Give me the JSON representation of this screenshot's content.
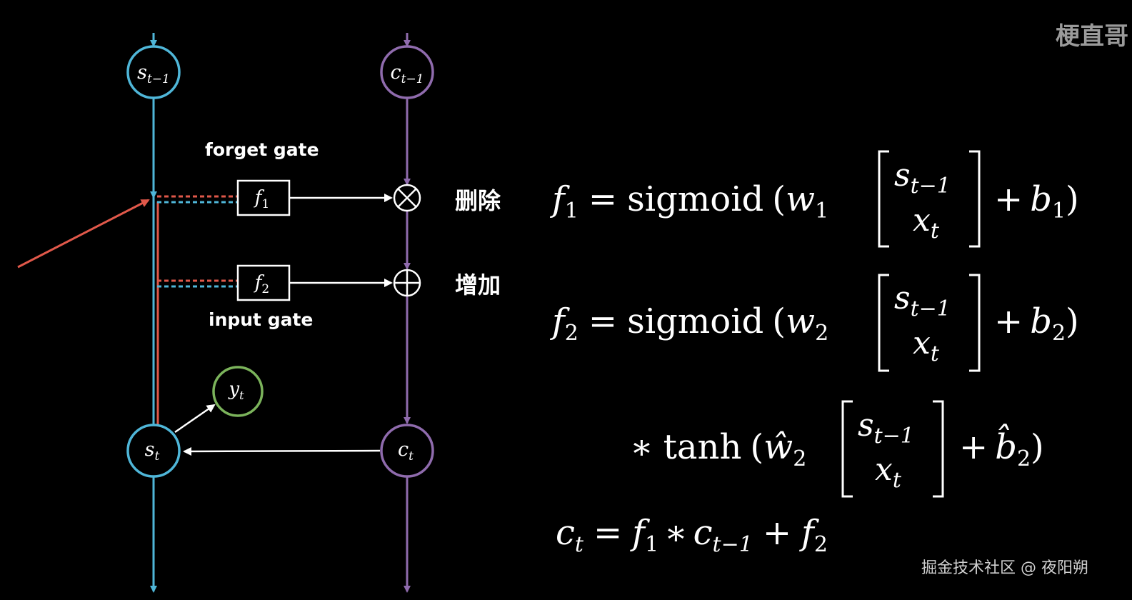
{
  "watermark_top": "梗直哥",
  "watermark_bottom": "掘金技术社区 @ 夜阳朔",
  "labels": {
    "forget_gate": "forget gate",
    "input_gate": "input gate",
    "delete": "删除",
    "add": "增加"
  },
  "nodes": {
    "s_prev": {
      "main": "s",
      "sub": "t−1"
    },
    "c_prev": {
      "main": "c",
      "sub": "t−1"
    },
    "s_t": {
      "main": "s",
      "sub": "t"
    },
    "c_t": {
      "main": "c",
      "sub": "t"
    },
    "y_t": {
      "main": "y",
      "sub": "t"
    },
    "f1": {
      "main": "f",
      "sub": "1"
    },
    "f2": {
      "main": "f",
      "sub": "2"
    }
  },
  "ops": {
    "multiply": "⊗",
    "add": "⊕"
  },
  "equations": {
    "eq1": {
      "lhs_f": "f",
      "lhs_sub": "1",
      "eq": "=",
      "func": "sigmoid",
      "w": "w",
      "w_sub": "1",
      "vec_top": "s",
      "vec_top_sub": "t−1",
      "vec_bot": "x",
      "vec_bot_sub": "t",
      "plus": "+",
      "b": "b",
      "b_sub": "1"
    },
    "eq2": {
      "lhs_f": "f",
      "lhs_sub": "2",
      "eq": "=",
      "func": "sigmoid",
      "w": "w",
      "w_sub": "2",
      "vec_top": "s",
      "vec_top_sub": "t−1",
      "vec_bot": "x",
      "vec_bot_sub": "t",
      "plus": "+",
      "b": "b",
      "b_sub": "2"
    },
    "eq3": {
      "star": "∗",
      "func": "tanh",
      "w": "ŵ",
      "w_sub": "2",
      "vec_top": "s",
      "vec_top_sub": "t−1",
      "vec_bot": "x",
      "vec_bot_sub": "t",
      "plus": "+",
      "b": "b̂",
      "b_sub": "2"
    },
    "eq4": {
      "c": "c",
      "c_sub": "t",
      "eq": "=",
      "f1": "f",
      "f1_sub": "1",
      "star": "∗",
      "c_prev": "c",
      "c_prev_sub": "t−1",
      "plus": "+",
      "f2": "f",
      "f2_sub": "2"
    }
  },
  "colors": {
    "background": "#000000",
    "s_line": "#4fb6d8",
    "c_line": "#8f6bad",
    "y_node": "#7bb35b",
    "red_arrow": "#e0584a",
    "white": "#ffffff",
    "watermark": "#9a9a9a"
  }
}
